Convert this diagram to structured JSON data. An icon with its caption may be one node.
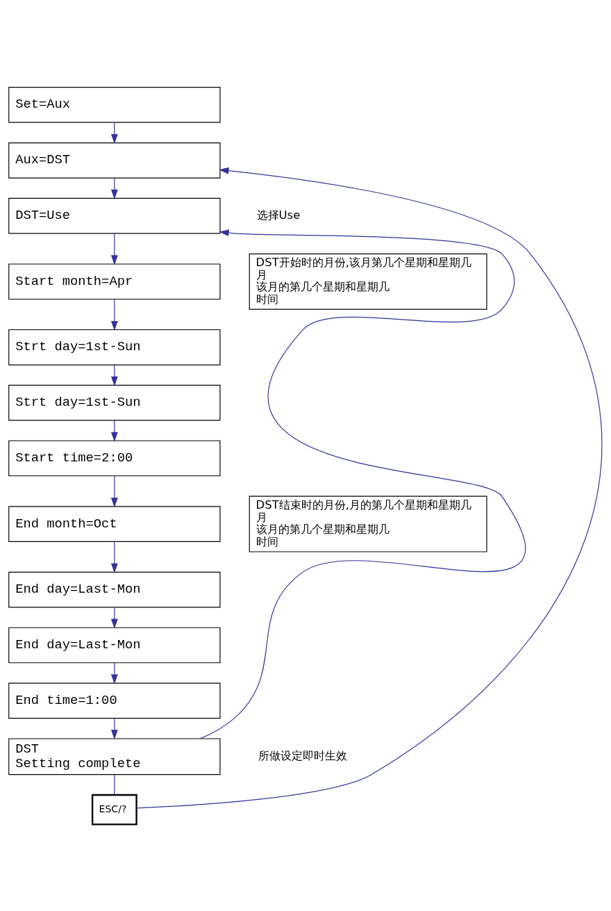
{
  "diagram": {
    "nodes": [
      {
        "text": [
          "Set=Aux"
        ]
      },
      {
        "text": [
          "Aux=DST"
        ]
      },
      {
        "text": [
          "DST=Use"
        ],
        "beside": [
          "选择Use"
        ]
      },
      {
        "text": [
          "Start month=Apr"
        ]
      },
      {
        "text": [
          "Strt day=1st-Sun"
        ]
      },
      {
        "text": [
          "Strt day=1st-Sun"
        ]
      },
      {
        "text": [
          "Start time=2:00"
        ]
      },
      {
        "text": [
          "End month=Oct"
        ]
      },
      {
        "text": [
          "End day=Last-Mon"
        ]
      },
      {
        "text": [
          "End day=Last-Mon"
        ]
      },
      {
        "text": [
          "End time=1:00"
        ]
      },
      {
        "text": [
          "DST",
          "Setting complete"
        ],
        "beside": [
          "所做设定即时生效"
        ]
      },
      {
        "text": [
          "ESC/?"
        ]
      },
      {
        "text": [
          "DST开始时的月份,该月第几个星期和星期几",
          "月",
          "该月的第几个星期和星期几",
          "时间"
        ]
      },
      {
        "text": [
          "DST结束时的月份,月的第几个星期和星期几",
          "月",
          "该月的第几个星期和星期几",
          "时间"
        ]
      }
    ],
    "edges": [
      {
        "from": 0,
        "to": 1,
        "arrow": "to"
      },
      {
        "from": 1,
        "to": 2,
        "arrow": "to"
      },
      {
        "from": 2,
        "to": 3,
        "arrow": "to"
      },
      {
        "from": 3,
        "to": 4,
        "arrow": "to"
      },
      {
        "from": 4,
        "to": 5,
        "arrow": "to"
      },
      {
        "from": 5,
        "to": 6,
        "arrow": "to"
      },
      {
        "from": 6,
        "to": 7,
        "arrow": "to"
      },
      {
        "from": 7,
        "to": 8,
        "arrow": "to"
      },
      {
        "from": 8,
        "to": 9,
        "arrow": "to"
      },
      {
        "from": 9,
        "to": 10,
        "arrow": "to"
      },
      {
        "from": 10,
        "to": 11,
        "arrow": "to"
      },
      {
        "from": 11,
        "to": 2,
        "arrow": "to"
      },
      {
        "from": 11,
        "to": 12,
        "arrow": "none"
      },
      {
        "from": 12,
        "to": 1,
        "arrow": "to"
      }
    ]
  }
}
